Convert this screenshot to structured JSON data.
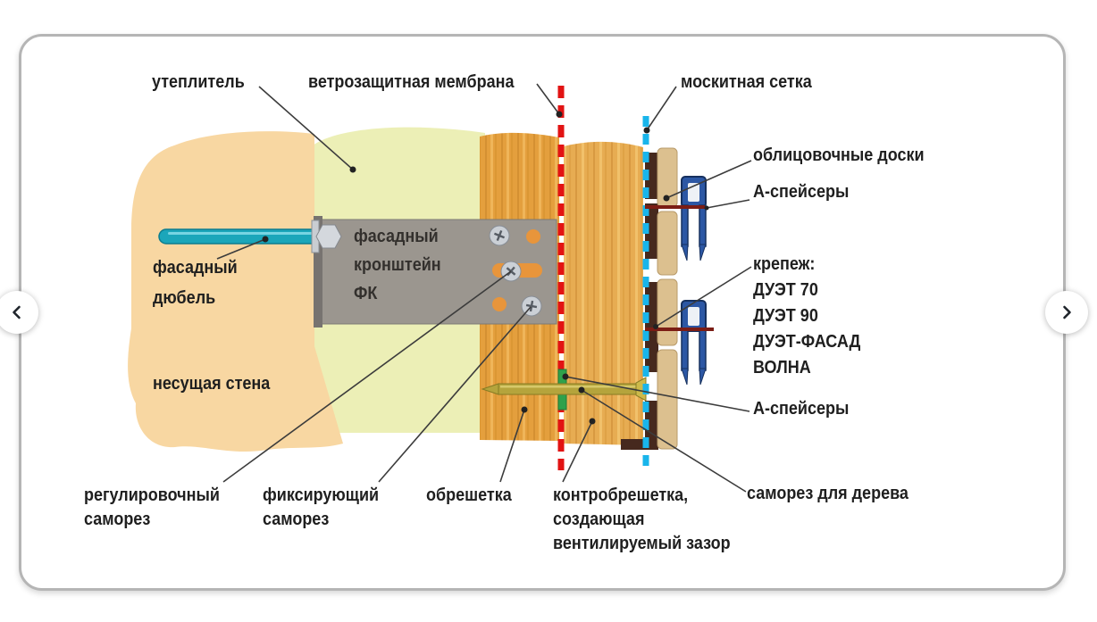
{
  "carousel": {
    "icons": {
      "prev": "chevron-left-icon",
      "next": "chevron-right-icon"
    }
  },
  "diagram": {
    "labels": {
      "insulation": "утеплитель",
      "membrane": "ветрозащитная мембрана",
      "mosquito_net": "москитная сетка",
      "facing_boards": "облицовочные доски",
      "a_spacers_top": "А-спейсеры",
      "fasteners": "крепеж:\nДУЭТ 70\nДУЭТ 90\nДУЭТ-ФАСАД\nВОЛНА",
      "a_spacers_bottom": "А-спейсеры",
      "wood_screw": "саморез для дерева",
      "counter_battens": "контробрешетка,\nсоздающая\nвентилируемый зазор",
      "battens": "обрешетка",
      "fixing_screw": "фиксирующий\nсаморез",
      "adjusting_screw": "регулировочный\nсаморез",
      "facade_dowel": "фасадный\nдюбель",
      "load_bearing_wall": "несущая стена",
      "facade_bracket": "фасадный\nкронштейн\nФК"
    },
    "colors": {
      "wall": "#F8D7A2",
      "insulation": "#ECEFB6",
      "battens_wood": "#E49F3D",
      "counter_battens_wood": "#E7AC52",
      "facing_board": "#DCC08F",
      "membrane_line_red": "#E21313",
      "mosquito_line_cyan": "#19B5EB",
      "bracket_gray": "#9B968F",
      "dowel_teal": "#1BA6BA",
      "green_spacer": "#2FA14B",
      "clip_blue": "#2C57A4",
      "duet_screw_red": "#7B1D15",
      "wood_screw_gold": "#B5A43C",
      "dark_strip_brown": "#46291E"
    }
  }
}
